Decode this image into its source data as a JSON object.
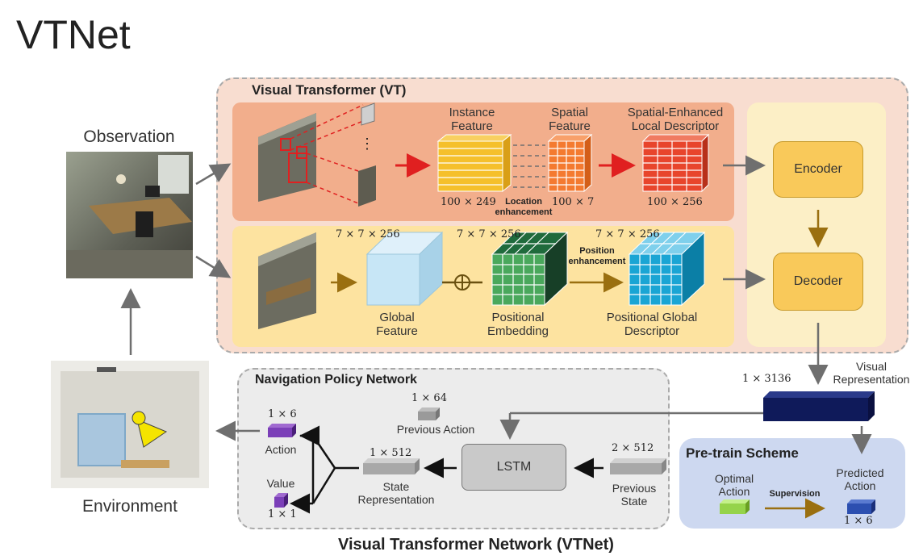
{
  "slide_title": "VTNet",
  "observation_label": "Observation",
  "environment_label": "Environment",
  "vt": {
    "title": "Visual Transformer (VT)",
    "instance_feature": "Instance\nFeature",
    "spatial_feature": "Spatial\nFeature",
    "spatial_enhanced": "Spatial-Enhanced\nLocal Descriptor",
    "dim_instance": "100 × 249",
    "dim_spatial": "100 × 7",
    "dim_enhanced": "100 × 256",
    "location_enhancement": "Location\nenhancement",
    "ellipsis": "⋮",
    "dim_global": "7 × 7 × 256",
    "dim_positional": "7 × 7 × 256",
    "dim_pos_global": "7 × 7 × 256",
    "position_enhancement": "Position\nenhancement",
    "global_feature": "Global\nFeature",
    "positional_embedding": "Positional\nEmbedding",
    "positional_global": "Positional Global\nDescriptor",
    "plus_symbol": "⊕",
    "encoder": "Encoder",
    "decoder": "Decoder"
  },
  "visual_rep": {
    "dim": "1 × 3136",
    "label": "Visual\nRepresentation"
  },
  "nav": {
    "title": "Navigation Policy Network",
    "prev_action_dim": "1 × 64",
    "prev_action": "Previous Action",
    "action_dim": "1 × 6",
    "action": "Action",
    "value": "Value",
    "value_dim": "1 × 1",
    "state_dim": "1 × 512",
    "state": "State\nRepresentation",
    "lstm": "LSTM",
    "prev_state_dim": "2 × 512",
    "prev_state": "Previous\nState"
  },
  "pretrain": {
    "title": "Pre-train Scheme",
    "optimal": "Optimal\nAction",
    "supervision": "Supervision",
    "predicted": "Predicted\nAction",
    "predicted_dim": "1 × 6"
  },
  "caption": "Visual Transformer Network (VTNet)",
  "colors": {
    "vt_panel": "#f7ddd0",
    "instance_row": "#f2b08e",
    "global_row": "#fce6a0",
    "encdec_panel": "#fbefc4",
    "encdec_box": "#f9c95a",
    "yellow_block": "#f5c02b",
    "orange_block": "#f47a30",
    "red_block": "#e8452c",
    "green_block": "#4aa85c",
    "cyan_block": "#1aa5d4",
    "navy": "#0f1a5a",
    "pretrain_panel": "#cdd8f0",
    "nav_panel": "#ececec"
  }
}
